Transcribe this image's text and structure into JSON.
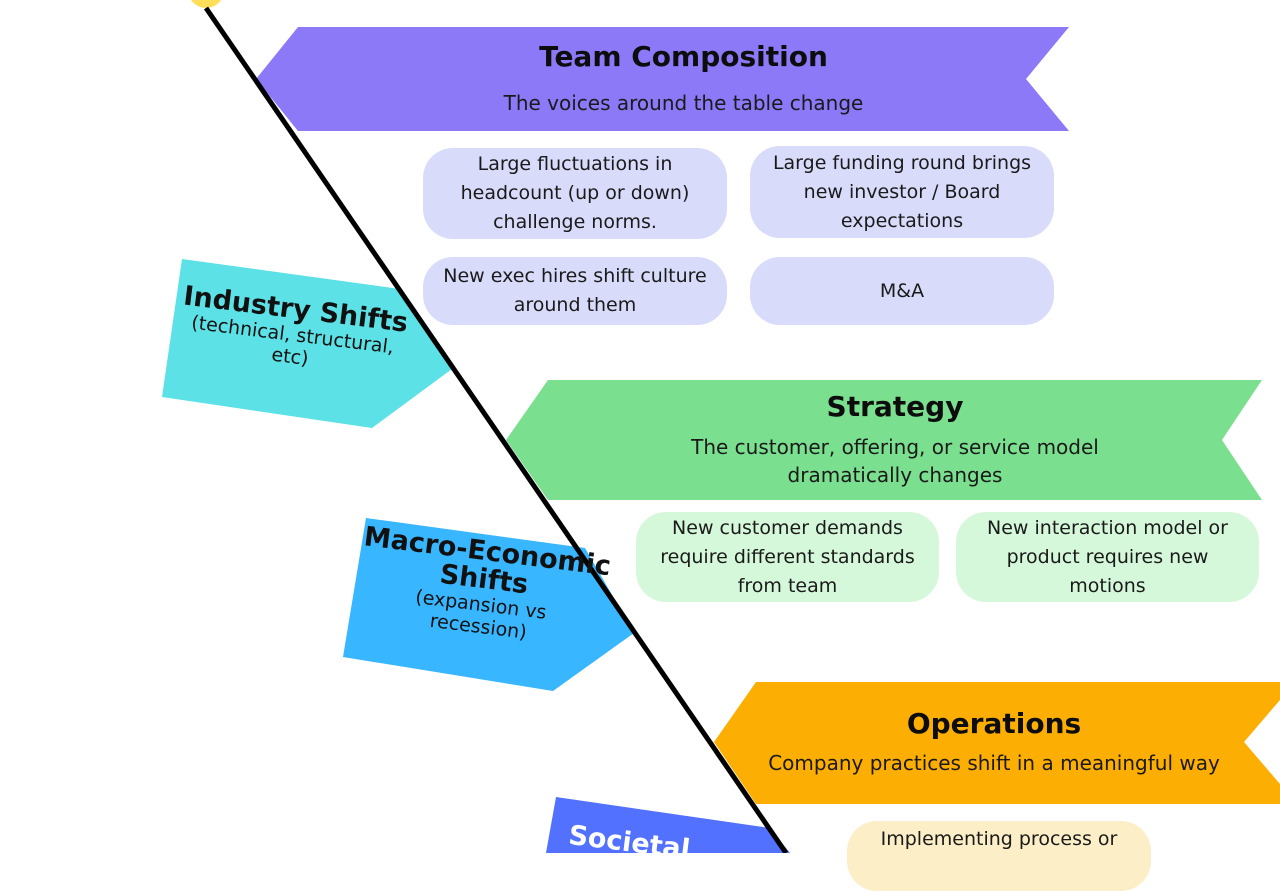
{
  "diagram": {
    "banners": [
      {
        "id": "team",
        "title": "Team Composition",
        "subtitle": "The voices around the table change",
        "color": "#8b79f7"
      },
      {
        "id": "strategy",
        "title": "Strategy",
        "subtitle_lines": [
          "The customer, offering, or service model",
          "dramatically changes"
        ],
        "color": "#7adf8e"
      },
      {
        "id": "operations",
        "title": "Operations",
        "subtitle": "Company practices shift in a meaningful way",
        "color": "#fdae03"
      }
    ],
    "team_items": [
      "Large fluctuations in headcount (up or down) challenge norms.",
      "Large funding round brings new investor / Board expectations",
      "New exec hires shift culture around them",
      "M&A"
    ],
    "strategy_items": [
      "New customer demands require different standards from team",
      "New interaction model or product requires new motions"
    ],
    "operations_items": [
      "Implementing process or"
    ],
    "side_arrows": [
      {
        "id": "industry",
        "title": "Industry Shifts",
        "subtitle_lines": [
          "(technical, structural,",
          "etc)"
        ],
        "color": "#5ce1e6"
      },
      {
        "id": "macro",
        "title_lines": [
          "Macro-Economic",
          "Shifts"
        ],
        "subtitle_lines": [
          "(expansion vs",
          "recession)"
        ],
        "color": "#38b6ff"
      },
      {
        "id": "societal",
        "title": "Societal",
        "color": "#5271ff"
      }
    ],
    "line_color": "#000000",
    "dot_color": "#ffde59"
  }
}
